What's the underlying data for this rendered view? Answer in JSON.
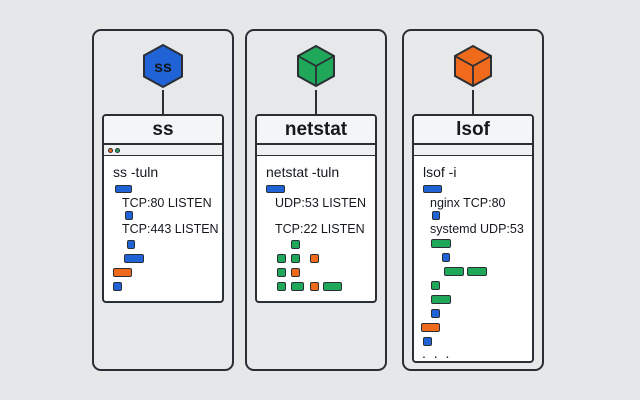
{
  "colors": {
    "blue": "#1f63d6",
    "green": "#20a85a",
    "orange": "#ef6a1b",
    "outline": "#2a2f36"
  },
  "panels": [
    {
      "icon_name": "hexagon-icon",
      "icon_label": "ss",
      "title": "ss",
      "command": "ss -tuln",
      "lines": [
        "TCP:80 LISTEN",
        "TCP:443 LISTEN"
      ]
    },
    {
      "icon_name": "cube-icon",
      "title": "netstat",
      "command": "netstat -tuln",
      "lines": [
        "UDP:53 LISTEN",
        "TCP:22 LISTEN"
      ]
    },
    {
      "icon_name": "cube-icon",
      "title": "lsof",
      "command": "lsof -i",
      "lines": [
        "nginx TCP:80",
        "systemd UDP:53"
      ],
      "ellipsis": ". . ."
    }
  ]
}
